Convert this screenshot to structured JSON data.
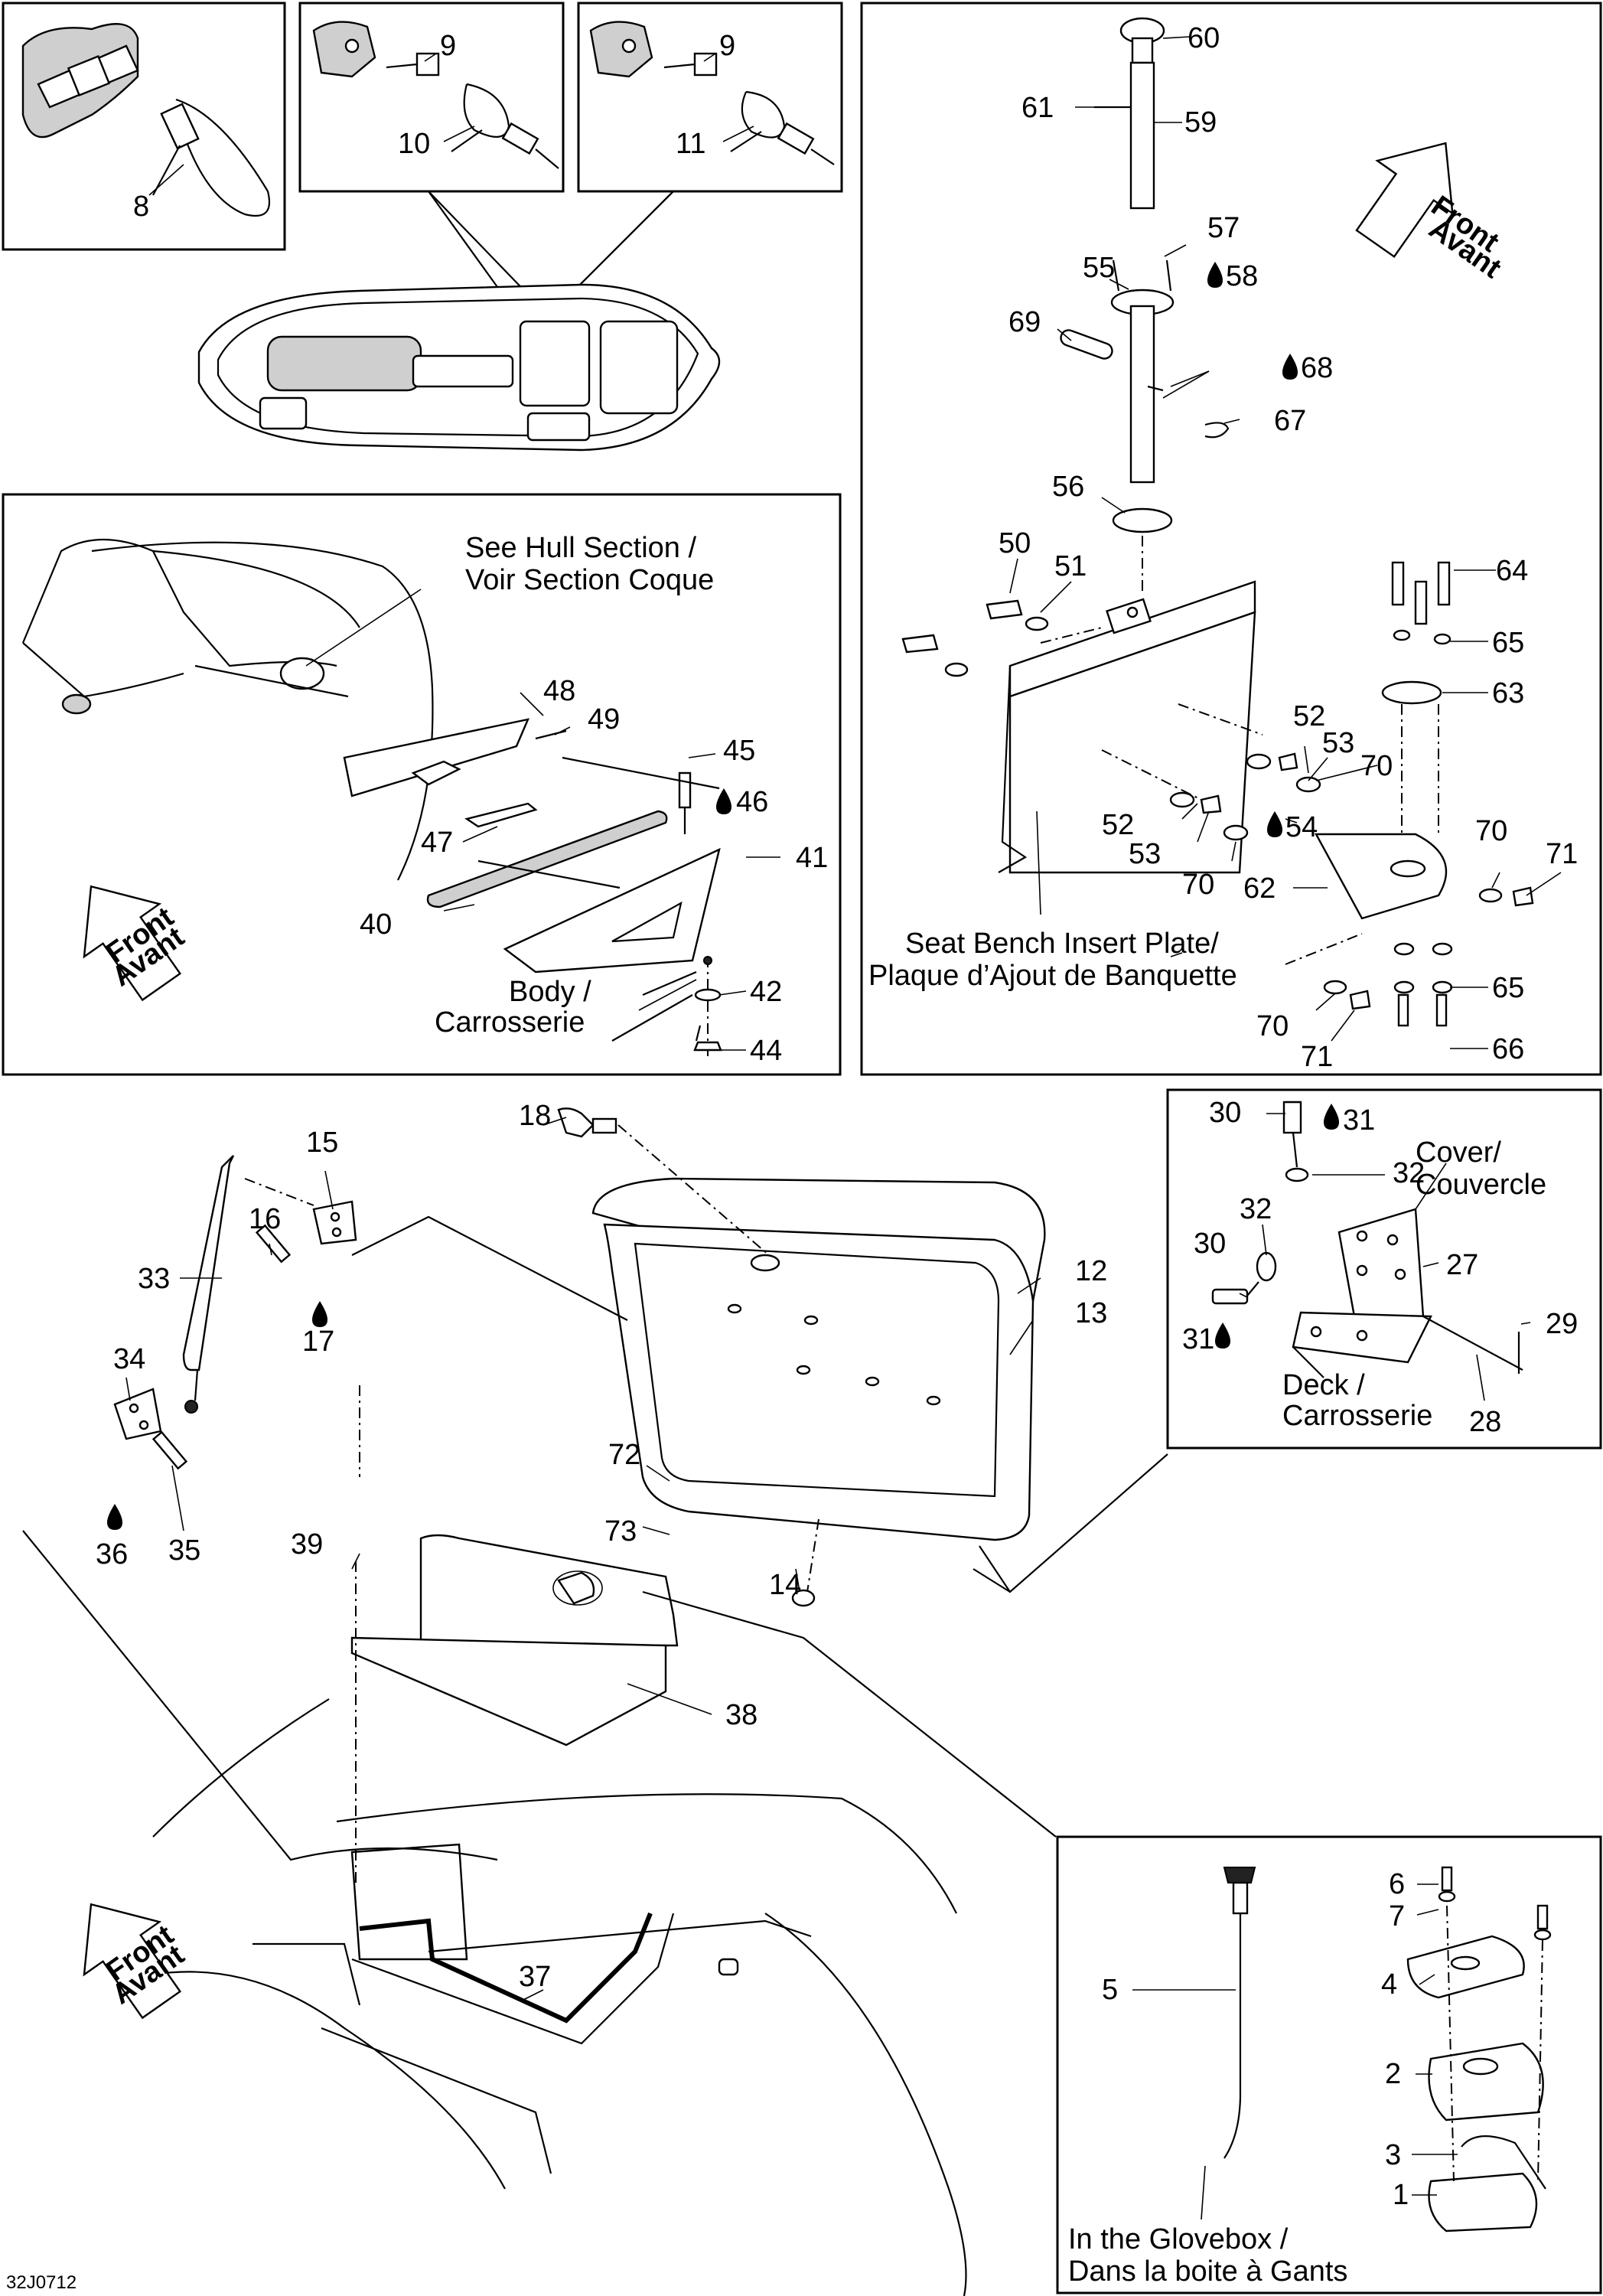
{
  "callouts": [
    {
      "id": "c1",
      "text": "1"
    },
    {
      "id": "c2",
      "text": "2"
    },
    {
      "id": "c3",
      "text": "3"
    },
    {
      "id": "c4",
      "text": "4"
    },
    {
      "id": "c5",
      "text": "5"
    },
    {
      "id": "c6",
      "text": "6"
    },
    {
      "id": "c7",
      "text": "7"
    },
    {
      "id": "c8",
      "text": "8"
    },
    {
      "id": "c9a",
      "text": "9"
    },
    {
      "id": "c9b",
      "text": "9"
    },
    {
      "id": "c10",
      "text": "10"
    },
    {
      "id": "c11",
      "text": "11"
    },
    {
      "id": "c12",
      "text": "12"
    },
    {
      "id": "c13",
      "text": "13"
    },
    {
      "id": "c14",
      "text": "14"
    },
    {
      "id": "c15",
      "text": "15"
    },
    {
      "id": "c16",
      "text": "16"
    },
    {
      "id": "c17",
      "text": "17"
    },
    {
      "id": "c18",
      "text": "18"
    },
    {
      "id": "c27",
      "text": "27"
    },
    {
      "id": "c28",
      "text": "28"
    },
    {
      "id": "c29",
      "text": "29"
    },
    {
      "id": "c30a",
      "text": "30"
    },
    {
      "id": "c30b",
      "text": "30"
    },
    {
      "id": "c31a",
      "text": "31"
    },
    {
      "id": "c31b",
      "text": "31"
    },
    {
      "id": "c32a",
      "text": "32"
    },
    {
      "id": "c32b",
      "text": "32"
    },
    {
      "id": "c33",
      "text": "33"
    },
    {
      "id": "c34",
      "text": "34"
    },
    {
      "id": "c35",
      "text": "35"
    },
    {
      "id": "c36",
      "text": "36"
    },
    {
      "id": "c37",
      "text": "37"
    },
    {
      "id": "c38",
      "text": "38"
    },
    {
      "id": "c39",
      "text": "39"
    },
    {
      "id": "c40",
      "text": "40"
    },
    {
      "id": "c41",
      "text": "41"
    },
    {
      "id": "c42",
      "text": "42"
    },
    {
      "id": "c44",
      "text": "44"
    },
    {
      "id": "c45",
      "text": "45"
    },
    {
      "id": "c46",
      "text": "46"
    },
    {
      "id": "c47",
      "text": "47"
    },
    {
      "id": "c48",
      "text": "48"
    },
    {
      "id": "c49",
      "text": "49"
    },
    {
      "id": "c50",
      "text": "50"
    },
    {
      "id": "c51",
      "text": "51"
    },
    {
      "id": "c52a",
      "text": "52"
    },
    {
      "id": "c52b",
      "text": "52"
    },
    {
      "id": "c53a",
      "text": "53"
    },
    {
      "id": "c53b",
      "text": "53"
    },
    {
      "id": "c54",
      "text": "54"
    },
    {
      "id": "c55",
      "text": "55"
    },
    {
      "id": "c56",
      "text": "56"
    },
    {
      "id": "c57",
      "text": "57"
    },
    {
      "id": "c58",
      "text": "58"
    },
    {
      "id": "c59",
      "text": "59"
    },
    {
      "id": "c60",
      "text": "60"
    },
    {
      "id": "c61",
      "text": "61"
    },
    {
      "id": "c62",
      "text": "62"
    },
    {
      "id": "c63",
      "text": "63"
    },
    {
      "id": "c64",
      "text": "64"
    },
    {
      "id": "c65a",
      "text": "65"
    },
    {
      "id": "c65b",
      "text": "65"
    },
    {
      "id": "c66",
      "text": "66"
    },
    {
      "id": "c67",
      "text": "67"
    },
    {
      "id": "c68",
      "text": "68"
    },
    {
      "id": "c69",
      "text": "69"
    },
    {
      "id": "c70a",
      "text": "70"
    },
    {
      "id": "c70b",
      "text": "70"
    },
    {
      "id": "c70c",
      "text": "70"
    },
    {
      "id": "c70d",
      "text": "70"
    },
    {
      "id": "c71a",
      "text": "71"
    },
    {
      "id": "c71b",
      "text": "71"
    },
    {
      "id": "c72",
      "text": "72"
    },
    {
      "id": "c73",
      "text": "73"
    }
  ],
  "captions": {
    "see_hull_1": "See Hull Section /",
    "see_hull_2": "Voir Section Coque",
    "body_1": "Body /",
    "body_2": "Carrosserie",
    "seat_plate_1": "Seat Bench Insert Plate/",
    "seat_plate_2": "Plaque d’Ajout de Banquette",
    "cover_1": "Cover/",
    "cover_2": "Couvercle",
    "deck_1": "Deck /",
    "deck_2": "Carrosserie",
    "glovebox_1": "In the Glovebox /",
    "glovebox_2": "Dans la boite à Gants"
  },
  "direction_arrows": {
    "front": "Front",
    "avant": "Avant"
  },
  "drawing_code": "32J0712",
  "icons": [
    "drop-icon",
    "front-direction-arrow-icon"
  ]
}
